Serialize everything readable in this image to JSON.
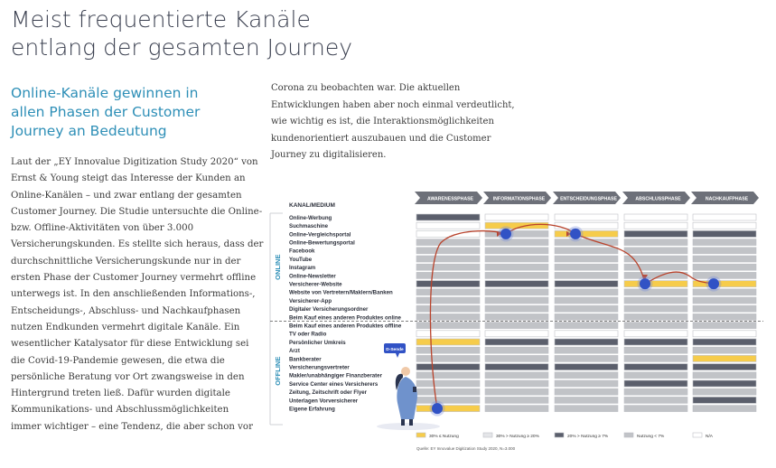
{
  "heading": {
    "title_lines": [
      "Meist frequentierte Kanäle",
      "entlang der gesamten Journey"
    ],
    "subtitle_lines": [
      "Online-Kanäle gewinnen in",
      "allen Phasen der Customer",
      "Journey an Bedeutung"
    ]
  },
  "body_left": [
    "Laut der „EY Innovalue Digitization Study 2020“ von",
    "Ernst & Young steigt das Interesse der Kunden an",
    "Online-Kanälen – und zwar entlang der gesamten",
    "Customer Journey. Die Studie untersuchte die Online-",
    "bzw. Offline-Aktivitäten von über 3.000",
    "Versicherungskunden. Es stellte sich heraus, dass der",
    "durchschnittliche Versicherungskunde nur in der",
    "ersten Phase der Customer Journey vermehrt offline",
    "unterwegs ist. In den anschließenden Informations-,",
    "Entscheidungs-, Abschluss- und Nachkaufphasen",
    "nutzen Endkunden vermehrt digitale Kanäle. Ein",
    "wesentlicher Katalysator für diese Entwicklung sei",
    "die Covid-19-Pandemie gewesen, die etwa die",
    "persönliche Beratung vor Ort zwangsweise in den",
    "Hintergrund treten ließ. Dafür wurden digitale",
    "Kommunikations- und Abschlussmöglichkeiten",
    "immer wichtiger –  eine Tendenz, die aber schon vor"
  ],
  "body_right": [
    "Corona zu beobachten war. Die aktuellen",
    "Entwicklungen haben aber noch einmal verdeutlicht,",
    "wie wichtig es ist, die Interaktionsmöglichkeiten",
    "kundenorientiert auszubauen und die Customer",
    "Journey zu digitalisieren."
  ],
  "colors": {
    "yellow": "#f6cc4b",
    "dark": "#5b5f6c",
    "grey": "#c1c3c7",
    "white": "#ffffff",
    "phase": "#6d7079",
    "accent_dot": "#3152c5",
    "path": "#b9432c",
    "title": "#3a3f4f",
    "subtitle": "#2e8fb7"
  },
  "chart_data": {
    "type": "table",
    "column_header": "KANAL/MEDIUM",
    "phases": [
      "AWARENESSPHASE",
      "INFORMATIONSPHASE",
      "ENTSCHEIDUNGSPHASE",
      "ABSCHLUSSPHASE",
      "NACHKAUFPHASE"
    ],
    "group_labels": [
      "ONLINE",
      "OFFLINE"
    ],
    "bubble_label": "D-Sende",
    "channels": [
      {
        "name": "Online-Werbung",
        "group": "ONLINE",
        "levels": [
          "dark",
          "white",
          "white",
          "white",
          "white"
        ]
      },
      {
        "name": "Suchmaschine",
        "group": "ONLINE",
        "levels": [
          "white",
          "yellow",
          "white",
          "white",
          "white"
        ]
      },
      {
        "name": "Online-Vergleichsportal",
        "group": "ONLINE",
        "levels": [
          "white",
          "grey",
          "yellow",
          "dark",
          "dark"
        ]
      },
      {
        "name": "Online-Bewertungsportal",
        "group": "ONLINE",
        "levels": [
          "grey",
          "grey",
          "grey",
          "grey",
          "grey"
        ]
      },
      {
        "name": "Facebook",
        "group": "ONLINE",
        "levels": [
          "grey",
          "grey",
          "grey",
          "grey",
          "grey"
        ]
      },
      {
        "name": "YouTube",
        "group": "ONLINE",
        "levels": [
          "grey",
          "grey",
          "grey",
          "grey",
          "grey"
        ]
      },
      {
        "name": "Instagram",
        "group": "ONLINE",
        "levels": [
          "grey",
          "grey",
          "grey",
          "grey",
          "grey"
        ]
      },
      {
        "name": "Online-Newsletter",
        "group": "ONLINE",
        "levels": [
          "grey",
          "grey",
          "grey",
          "grey",
          "grey"
        ]
      },
      {
        "name": "Versicherer-Website",
        "group": "ONLINE",
        "levels": [
          "dark",
          "dark",
          "dark",
          "yellow",
          "yellow"
        ]
      },
      {
        "name": "Website von Vertretern/Maklern/Banken",
        "group": "ONLINE",
        "levels": [
          "grey",
          "grey",
          "grey",
          "grey",
          "grey"
        ]
      },
      {
        "name": "Versicherer-App",
        "group": "ONLINE",
        "levels": [
          "grey",
          "grey",
          "grey",
          "grey",
          "grey"
        ]
      },
      {
        "name": "Digitaler Versicherungsordner",
        "group": "ONLINE",
        "levels": [
          "grey",
          "grey",
          "grey",
          "grey",
          "grey"
        ]
      },
      {
        "name": "Beim Kauf eines anderen Produktes online",
        "group": "ONLINE",
        "levels": [
          "grey",
          "grey",
          "grey",
          "grey",
          "grey"
        ]
      },
      {
        "name": "Beim Kauf eines anderen Produktes offline",
        "group": "OFFLINE",
        "levels": [
          "grey",
          "grey",
          "grey",
          "grey",
          "grey"
        ]
      },
      {
        "name": "TV oder Radio",
        "group": "OFFLINE",
        "levels": [
          "white",
          "white",
          "white",
          "white",
          "white"
        ]
      },
      {
        "name": "Persönlicher Umkreis",
        "group": "OFFLINE",
        "levels": [
          "yellow",
          "dark",
          "dark",
          "dark",
          "dark"
        ]
      },
      {
        "name": "Arzt",
        "group": "OFFLINE",
        "levels": [
          "grey",
          "grey",
          "grey",
          "grey",
          "grey"
        ]
      },
      {
        "name": "Bankberater",
        "group": "OFFLINE",
        "levels": [
          "grey",
          "grey",
          "grey",
          "grey",
          "yellow"
        ]
      },
      {
        "name": "Versicherungsvertreter",
        "group": "OFFLINE",
        "levels": [
          "dark",
          "dark",
          "dark",
          "dark",
          "dark"
        ]
      },
      {
        "name": "Makler/unabhängiger Finanzberater",
        "group": "OFFLINE",
        "levels": [
          "grey",
          "grey",
          "grey",
          "grey",
          "grey"
        ]
      },
      {
        "name": "Service Center eines Versicherers",
        "group": "OFFLINE",
        "levels": [
          "grey",
          "grey",
          "grey",
          "dark",
          "dark"
        ]
      },
      {
        "name": "Zeitung, Zeitschrift oder Flyer",
        "group": "OFFLINE",
        "levels": [
          "grey",
          "grey",
          "grey",
          "grey",
          "grey"
        ]
      },
      {
        "name": "Unterlagen Vorversicherer",
        "group": "OFFLINE",
        "levels": [
          "grey",
          "grey",
          "grey",
          "grey",
          "dark"
        ]
      },
      {
        "name": "Eigene Erfahrung",
        "group": "OFFLINE",
        "levels": [
          "yellow",
          "grey",
          "grey",
          "grey",
          "grey"
        ]
      }
    ],
    "journey_path": [
      {
        "phase": 0,
        "channel": "Eigene Erfahrung"
      },
      {
        "phase": 1,
        "channel": "Online-Vergleichsportal"
      },
      {
        "phase": 2,
        "channel": "Online-Vergleichsportal"
      },
      {
        "phase": 3,
        "channel": "Versicherer-Website"
      },
      {
        "phase": 4,
        "channel": "Versicherer-Website"
      }
    ],
    "legend": [
      {
        "level": "yellow",
        "label": "30% ≤ Nutzung"
      },
      {
        "level": "grey_light",
        "label": "30% > Nutzung ≥ 20%"
      },
      {
        "level": "dark",
        "label": "20% > Nutzung ≥ 7%"
      },
      {
        "level": "grey",
        "label": "Nutzung < 7%"
      },
      {
        "level": "white",
        "label": "N/A"
      }
    ],
    "source": "Quelle: EY Innovalue Digitization Study 2020, N=3.000"
  }
}
